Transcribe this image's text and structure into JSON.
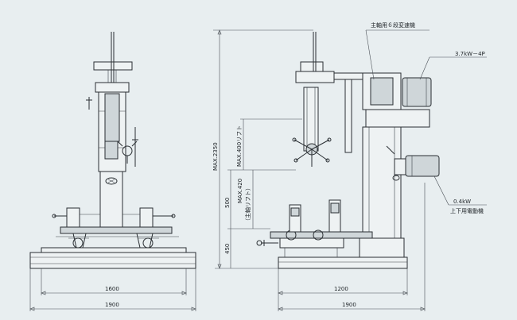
{
  "labels": {
    "spindle_6speed": "主軸用６段変速機",
    "motor_main": "3.7kW－4P",
    "motor_lift_power": "0.4kW",
    "motor_lift_name": "上下用電動機",
    "max_2350": "MAX.2350",
    "max_400_lift": "MAX.400リフト",
    "max_420": "MAX.420",
    "spindle_lift": "（主軸リフト）",
    "dim_500": "500",
    "dim_450": "450",
    "front_1600": "1600",
    "front_1900": "1900",
    "side_1200": "1200",
    "side_1900": "1900"
  }
}
